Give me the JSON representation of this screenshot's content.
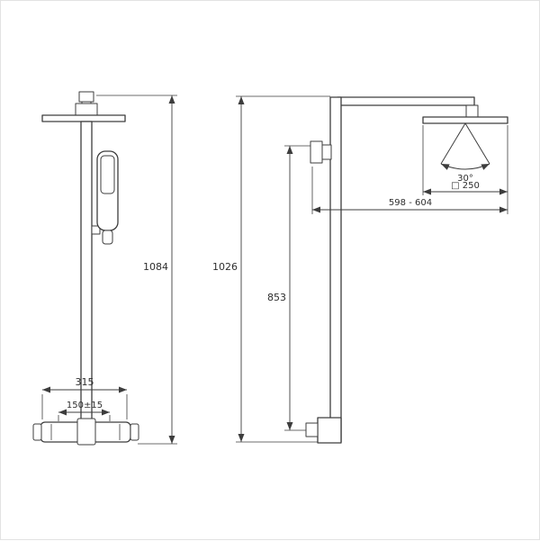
{
  "figure": {
    "labels": {
      "front_total_height": "1084",
      "valve_width": "315",
      "supply_spacing": "150±15",
      "side_total_height": "1026",
      "riser_height": "853",
      "spray_angle": "30°",
      "head_dimension": "□ 250",
      "head_reach": "598 - 604"
    }
  }
}
